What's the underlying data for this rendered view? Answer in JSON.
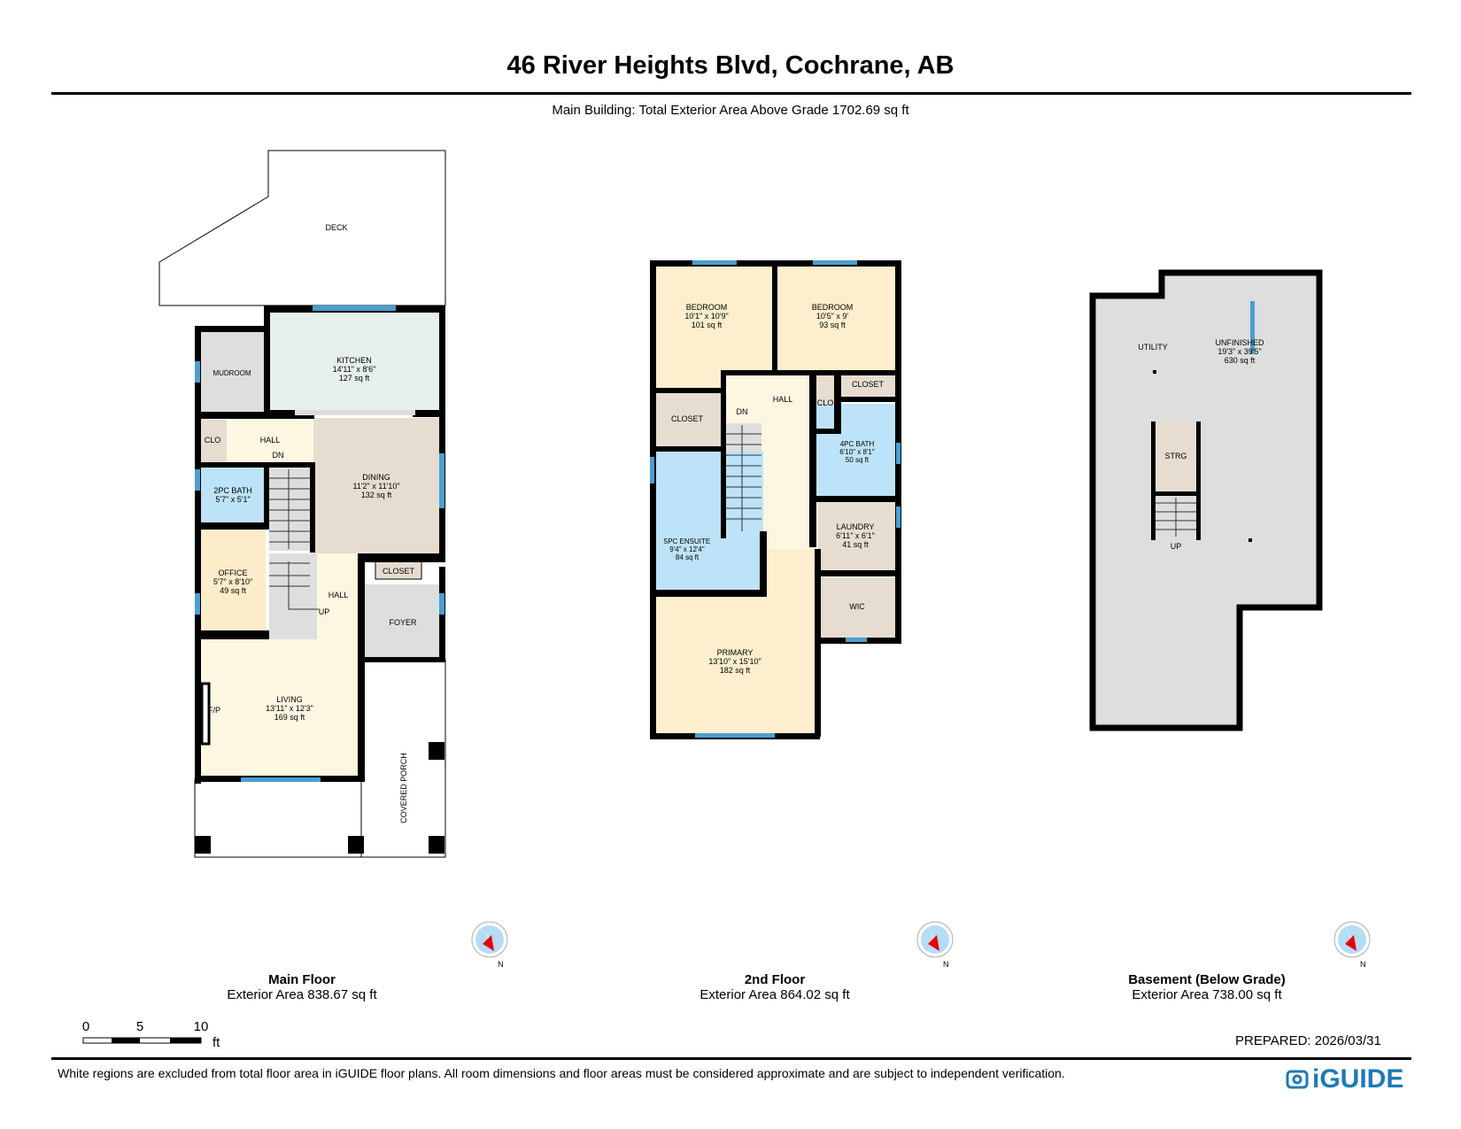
{
  "header": {
    "title": "46 River Heights Blvd, Cochrane, AB",
    "subtitle": "Main Building: Total Exterior Area Above Grade 1702.69 sq ft"
  },
  "floors": [
    {
      "name": "Main Floor",
      "area": "Exterior Area 838.67 sq ft",
      "rooms": [
        {
          "label": "DECK"
        },
        {
          "label": "KITCHEN",
          "dims": "14'11\" x 8'6\"",
          "area": "127 sq ft"
        },
        {
          "label": "MUDROOM"
        },
        {
          "label": "CLO"
        },
        {
          "label": "HALL"
        },
        {
          "label": "DN"
        },
        {
          "label": "DINING",
          "dims": "11'2\" x 11'10\"",
          "area": "132 sq ft"
        },
        {
          "label": "2PC BATH",
          "dims": "5'7\" x 5'1\""
        },
        {
          "label": "OFFICE",
          "dims": "5'7\" x 8'10\"",
          "area": "49 sq ft"
        },
        {
          "label": "CLOSET"
        },
        {
          "label": "HALL"
        },
        {
          "label": "UP"
        },
        {
          "label": "FOYER"
        },
        {
          "label": "F/P"
        },
        {
          "label": "LIVING",
          "dims": "13'11\" x 12'3\"",
          "area": "169 sq ft"
        },
        {
          "label": "COVERED PORCH"
        }
      ]
    },
    {
      "name": "2nd Floor",
      "area": "Exterior Area 864.02 sq ft",
      "rooms": [
        {
          "label": "BEDROOM",
          "dims": "10'1\" x 10'9\"",
          "area": "101 sq ft"
        },
        {
          "label": "BEDROOM",
          "dims": "10'5\" x 9'",
          "area": "93 sq ft"
        },
        {
          "label": "CLOSET"
        },
        {
          "label": "HALL"
        },
        {
          "label": "DN"
        },
        {
          "label": "CLO"
        },
        {
          "label": "CLOSET"
        },
        {
          "label": "4PC BATH",
          "dims": "6'10\" x 8'1\"",
          "area": "50 sq ft"
        },
        {
          "label": "5PC ENSUITE",
          "dims": "9'4\" x 12'4\"",
          "area": "84 sq ft"
        },
        {
          "label": "LAUNDRY",
          "dims": "6'11\" x 6'1\"",
          "area": "41 sq ft"
        },
        {
          "label": "WIC"
        },
        {
          "label": "PRIMARY",
          "dims": "13'10\" x 15'10\"",
          "area": "182 sq ft"
        }
      ]
    },
    {
      "name": "Basement (Below Grade)",
      "area": "Exterior Area 738.00 sq ft",
      "rooms": [
        {
          "label": "UTILITY"
        },
        {
          "label": "UNFINISHED",
          "dims": "19'3\" x 39'5\"",
          "area": "630 sq ft"
        },
        {
          "label": "STRG"
        },
        {
          "label": "UP"
        }
      ]
    }
  ],
  "compass": {
    "label": "N"
  },
  "scale": {
    "ticks": [
      "0",
      "5",
      "10"
    ],
    "unit": "ft"
  },
  "footer": {
    "prepared": "PREPARED: 2026/03/31",
    "disclaimer": "White regions are excluded from total floor area in iGUIDE floor plans. All room dimensions and floor areas must be considered approximate and are subject to independent verification.",
    "logo": "iGUIDE"
  },
  "colors": {
    "wall": "#000000",
    "window": "#4a9fd0",
    "kitchen": "#e6f0ea",
    "bedroom": "#fdefcd",
    "hall": "#fdf6e1",
    "bath": "#bde3f8",
    "closet": "#e6ddd0",
    "utility": "#dedede",
    "dining": "#e6ddd0",
    "compass_red": "#e8000b",
    "compass_blue": "#b5dcf4",
    "logo_blue": "#1d7ab8"
  }
}
